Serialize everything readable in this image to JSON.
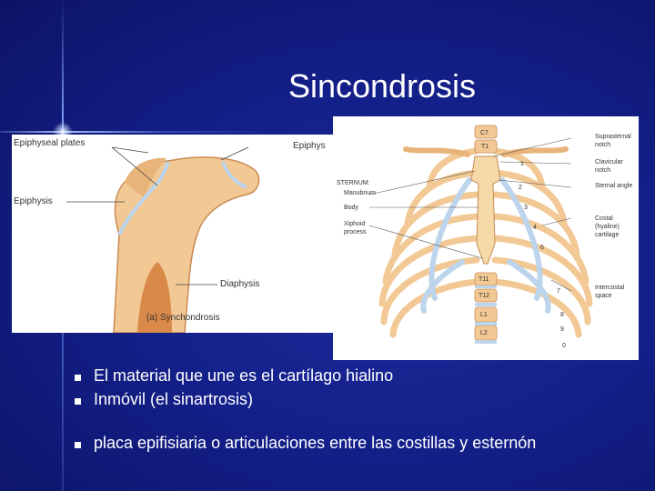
{
  "slide": {
    "title": "Sincondrosis",
    "bullets": [
      "El material que une es el cartílago hialino",
      "Inmóvil (el sinartrosis)",
      "placa epifisiaria o articulaciones entre las costillas y esternón"
    ]
  },
  "figure_left": {
    "labels": {
      "epiphyseal_plates": "Epiphyseal plates",
      "epiphysis_left": "Epiphysis",
      "epiphysis_top": "Epiphys",
      "diaphysis": "Diaphysis",
      "caption": "(a) Synchondrosis"
    }
  },
  "figure_right": {
    "labels": {
      "sternum": "STERNUM:",
      "manubrium": "Manubrium",
      "body": "Body",
      "xiphoid_process": "Xiphoid process",
      "suprasternal_notch": "Suprasternal notch",
      "clavicular_notch": "Clavicular notch",
      "sternal_angle": "Sternal angle",
      "costal_cartilage": "Costal (hyaline) cartilage",
      "intercostal_space": "Intercostal space",
      "c7": "C7",
      "t1": "T1",
      "t11": "T11",
      "t12": "T12",
      "l1": "L1",
      "l2": "L2",
      "rib1": "1",
      "rib2": "2",
      "rib3": "3",
      "rib4": "4",
      "rib6": "6",
      "rib7": "7",
      "rib8": "8",
      "rib9": "9",
      "rib10": "0"
    }
  },
  "colors": {
    "background": "#14208a",
    "bone": "#f2c995",
    "bone_dark": "#c98b52",
    "cartilage": "#bcd4ec"
  }
}
